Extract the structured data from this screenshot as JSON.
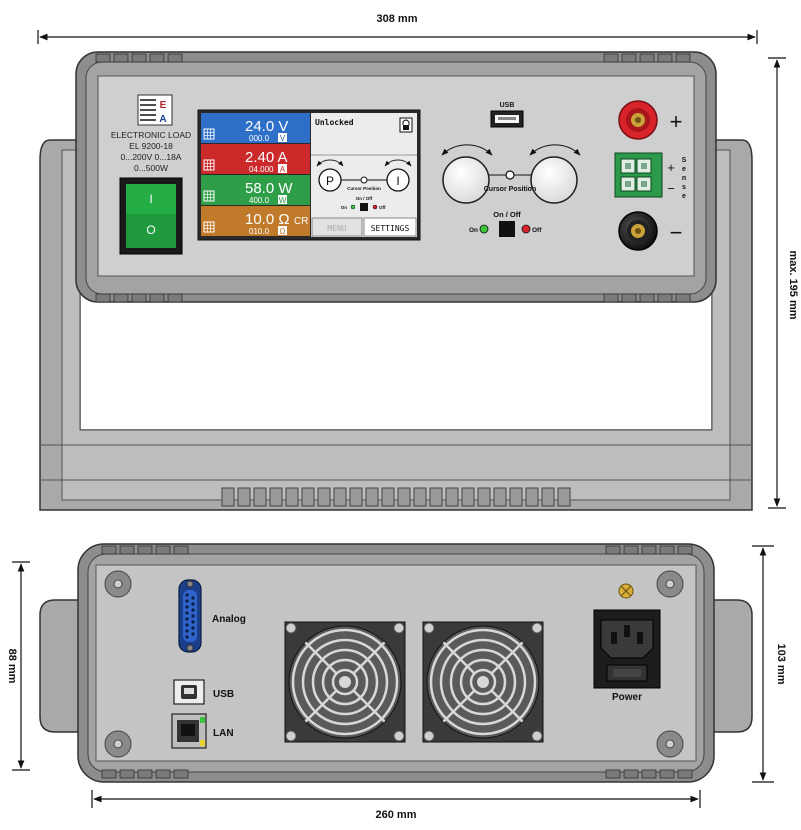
{
  "dimensions": {
    "front_width": "308 mm",
    "front_height": "max. 195 mm",
    "rear_height_left": "88 mm",
    "rear_height_right": "103 mm",
    "rear_width": "260 mm"
  },
  "front_panel": {
    "brand_letters": [
      "E",
      "A"
    ],
    "model_lines": [
      "ELECTRONIC LOAD",
      "EL 9200-18",
      "0...200V 0...18A",
      "0...500W"
    ],
    "power_switch": {
      "on": "I",
      "off": "O"
    },
    "display": {
      "readings": [
        {
          "main": "24.0 V",
          "set": "000.0",
          "unit": "V",
          "suffix": "",
          "color": "#2e6fc9"
        },
        {
          "main": "2.40 A",
          "set": "04.000",
          "unit": "A",
          "suffix": "",
          "color": "#cc2a2a"
        },
        {
          "main": "58.0 W",
          "set": "400.0",
          "unit": "W",
          "suffix": "",
          "color": "#2f9e49"
        },
        {
          "main": "10.0 Ω",
          "set": "010.0",
          "unit": "Ω",
          "suffix": "CR",
          "color": "#c07a2a"
        }
      ],
      "status": "Unlocked",
      "knob_left": "P",
      "knob_right": "I",
      "cursor_label": "Cursor Position",
      "onoff_label": "On / Off",
      "on_label": "On",
      "off_label": "Off",
      "menu_button": "MENU",
      "settings_button": "SETTINGS"
    },
    "usb_label": "USB",
    "cursor_label": "Cursor Position",
    "onoff_label": "On / Off",
    "on_label": "On",
    "off_label": "Off",
    "plus": "+",
    "minus": "−",
    "sense_plus": "+",
    "sense_minus": "−",
    "sense_letters": [
      "S",
      "e",
      "n",
      "s",
      "e"
    ],
    "colors": {
      "red_terminal": "#d8232a",
      "green_switch": "#1f9a3c",
      "sense_block": "#2c9a4a",
      "led_on": "#3cc43c",
      "led_off": "#d8232a"
    }
  },
  "rear_panel": {
    "analog_label": "Analog",
    "usb_label": "USB",
    "lan_label": "LAN",
    "power_label": "Power"
  }
}
